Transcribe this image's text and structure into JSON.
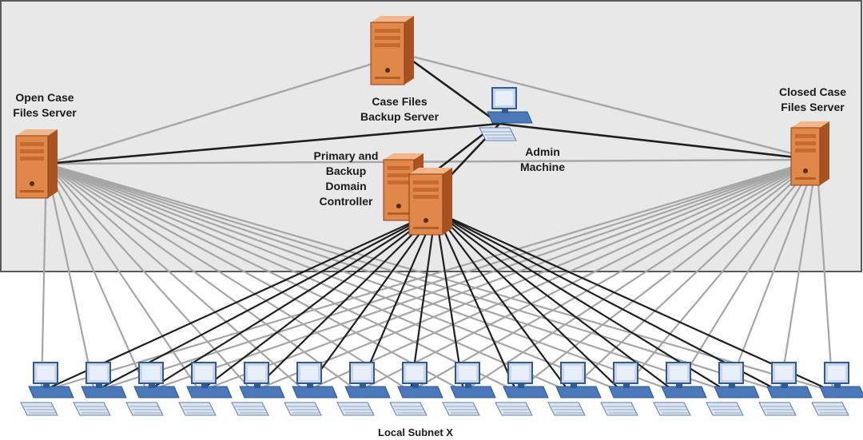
{
  "labels": {
    "open_server": "Open Case\nFiles Server",
    "backup_server": "Case Files\nBackup Server",
    "closed_server": "Closed Case\nFiles Server",
    "domain_controller": "Primary and\nBackup\nDomain\nController",
    "admin_machine": "Admin\nMachine",
    "bottom_caption": "Local Subnet X"
  },
  "nodes": {
    "servers": [
      "open-case-files-server",
      "case-files-backup-server",
      "closed-case-files-server",
      "domain-controller"
    ],
    "admin": "admin-machine",
    "client_count": 16
  },
  "colors": {
    "server_body": "#e0874a",
    "server_dark": "#a8521f",
    "workstation": "#4a78b8",
    "link_gray": "#a6a6a6",
    "link_dark": "#1f1f1f",
    "zone_fill": "#e8e8e8"
  },
  "icons": [
    "server-icon",
    "workstation-icon",
    "keyboard-icon"
  ]
}
